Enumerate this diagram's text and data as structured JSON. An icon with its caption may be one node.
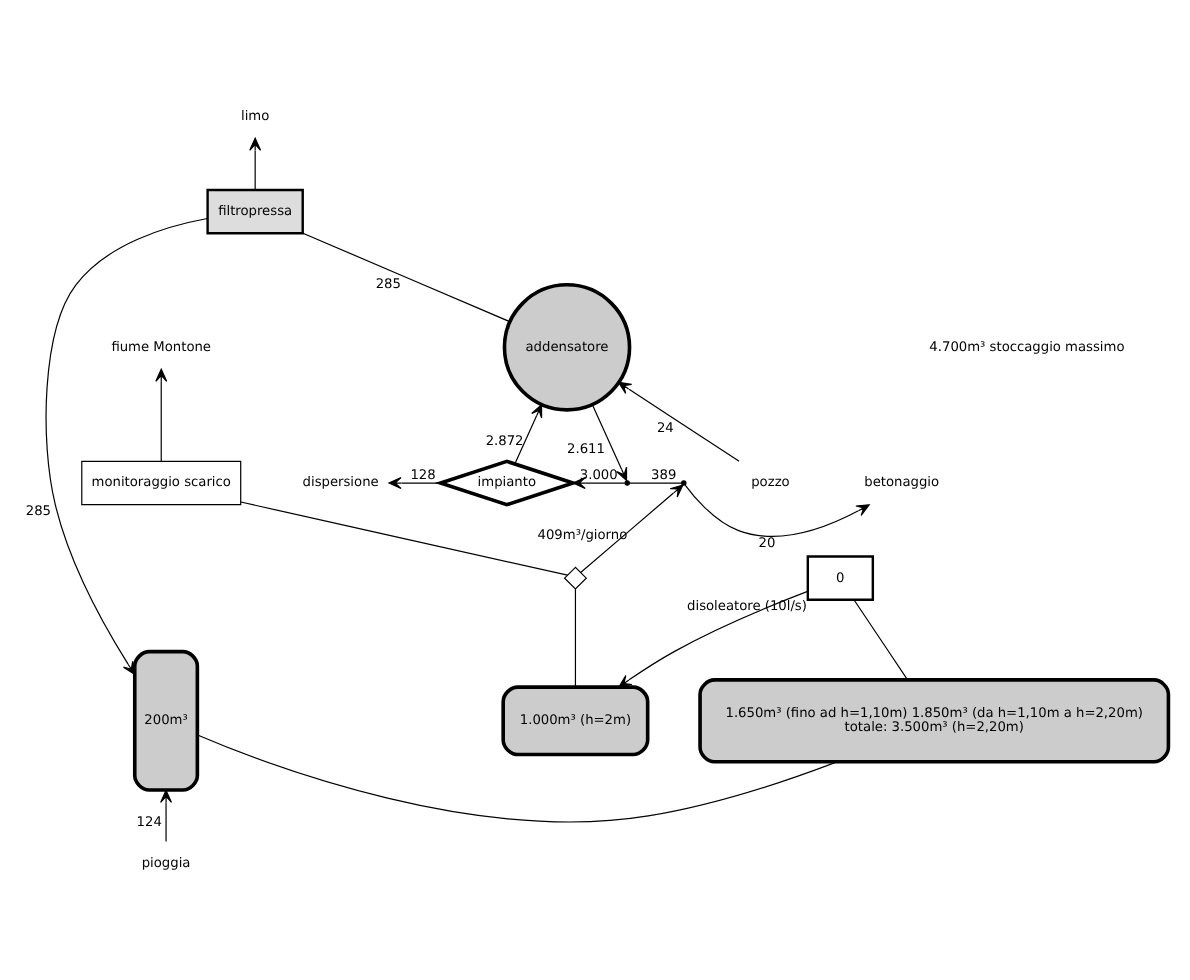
{
  "diagram": {
    "nodes": [
      {
        "text": [
          "200m³"
        ]
      },
      {
        "text": [
          "1.650m³ (fino ad h=1,10m) 1.850m³ (da h=1,10m a h=2,20m)",
          "totale: 3.500m³ (h=2,20m)"
        ]
      },
      {
        "text": [
          "1.000m³ (h=2m)"
        ]
      },
      {
        "text": [
          "0"
        ],
        "beside": [
          "disoleatore (10l/s)"
        ]
      },
      {
        "text": [
          "filtropressa"
        ]
      },
      {
        "text": [
          "addensatore"
        ]
      },
      {
        "text": [
          "impianto"
        ]
      },
      {
        "text": [
          "pozzo"
        ]
      },
      {
        "text": [
          "pioggia"
        ]
      },
      {
        "text": [
          "limo"
        ]
      },
      {
        "text": [
          "dispersione"
        ]
      },
      {
        "text": [
          "betonaggio"
        ]
      },
      {
        "text": [
          "fiume Montone"
        ]
      },
      {
        "text": [
          "monitoraggio scarico"
        ]
      },
      {
        "text": [],
        "shape": "diamond"
      },
      {
        "text": [],
        "shape": "point"
      },
      {
        "text": [],
        "shape": "point"
      }
    ],
    "edges": [
      {
        "from": 8,
        "to": 0,
        "arrow": "to",
        "label": "124"
      },
      {
        "from": 4,
        "to": 0,
        "arrow": "to",
        "label": "285"
      },
      {
        "from": 0,
        "to": 1,
        "arrow": "none"
      },
      {
        "from": 1,
        "to": 3,
        "arrow": "none"
      },
      {
        "from": 3,
        "to": 2,
        "arrow": "to"
      },
      {
        "from": 2,
        "to": 14,
        "arrow": "none"
      },
      {
        "from": 14,
        "to": 13,
        "arrow": "none"
      },
      {
        "from": 13,
        "to": 12,
        "arrow": "to"
      },
      {
        "from": 14,
        "to": 16,
        "arrow": "to",
        "label": "409m³/giorno"
      },
      {
        "from": 4,
        "to": 9,
        "arrow": "to"
      },
      {
        "from": 5,
        "to": 4,
        "arrow": "none",
        "label": "285"
      },
      {
        "from": 7,
        "to": 5,
        "arrow": "to",
        "label": "24"
      },
      {
        "from": 6,
        "to": 5,
        "arrow": "to",
        "label": "2.872"
      },
      {
        "from": 5,
        "to": 15,
        "arrow": "to",
        "label": "2.611"
      },
      {
        "from": 16,
        "to": 15,
        "arrow": "none",
        "label": "389"
      },
      {
        "from": 16,
        "to": 11,
        "arrow": "to",
        "label": "20"
      },
      {
        "from": 15,
        "to": 6,
        "arrow": "to",
        "label": "3.000"
      },
      {
        "from": 6,
        "to": 10,
        "arrow": "to",
        "label": "128"
      }
    ],
    "labels": [
      "4.700m³ stoccaggio massimo"
    ]
  }
}
